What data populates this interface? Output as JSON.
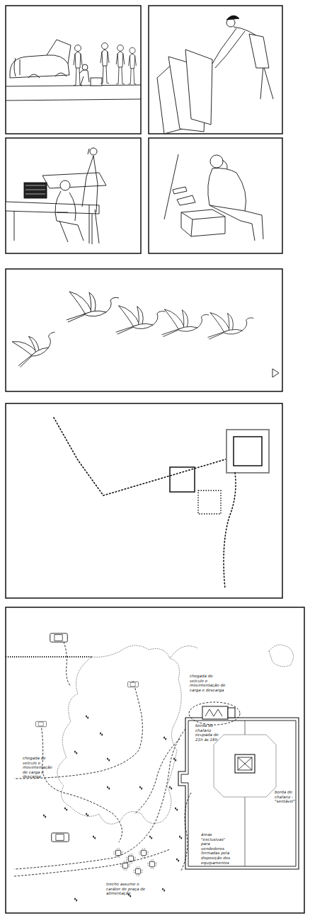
{
  "diagram": {
    "labels": [
      "chegada de veículo e movimentação de carga e descarga",
      "borda do chafariz ocupada de 21h às 16h",
      "chegada de veículo e movimentação de carga e descarga",
      "borda do chafariz - \"sentável\"",
      "áreas \"exclusivas\" para vendedores formadas pela disposição dos equipamentos",
      "trecho assume o caráter de praça de alimentação"
    ]
  }
}
